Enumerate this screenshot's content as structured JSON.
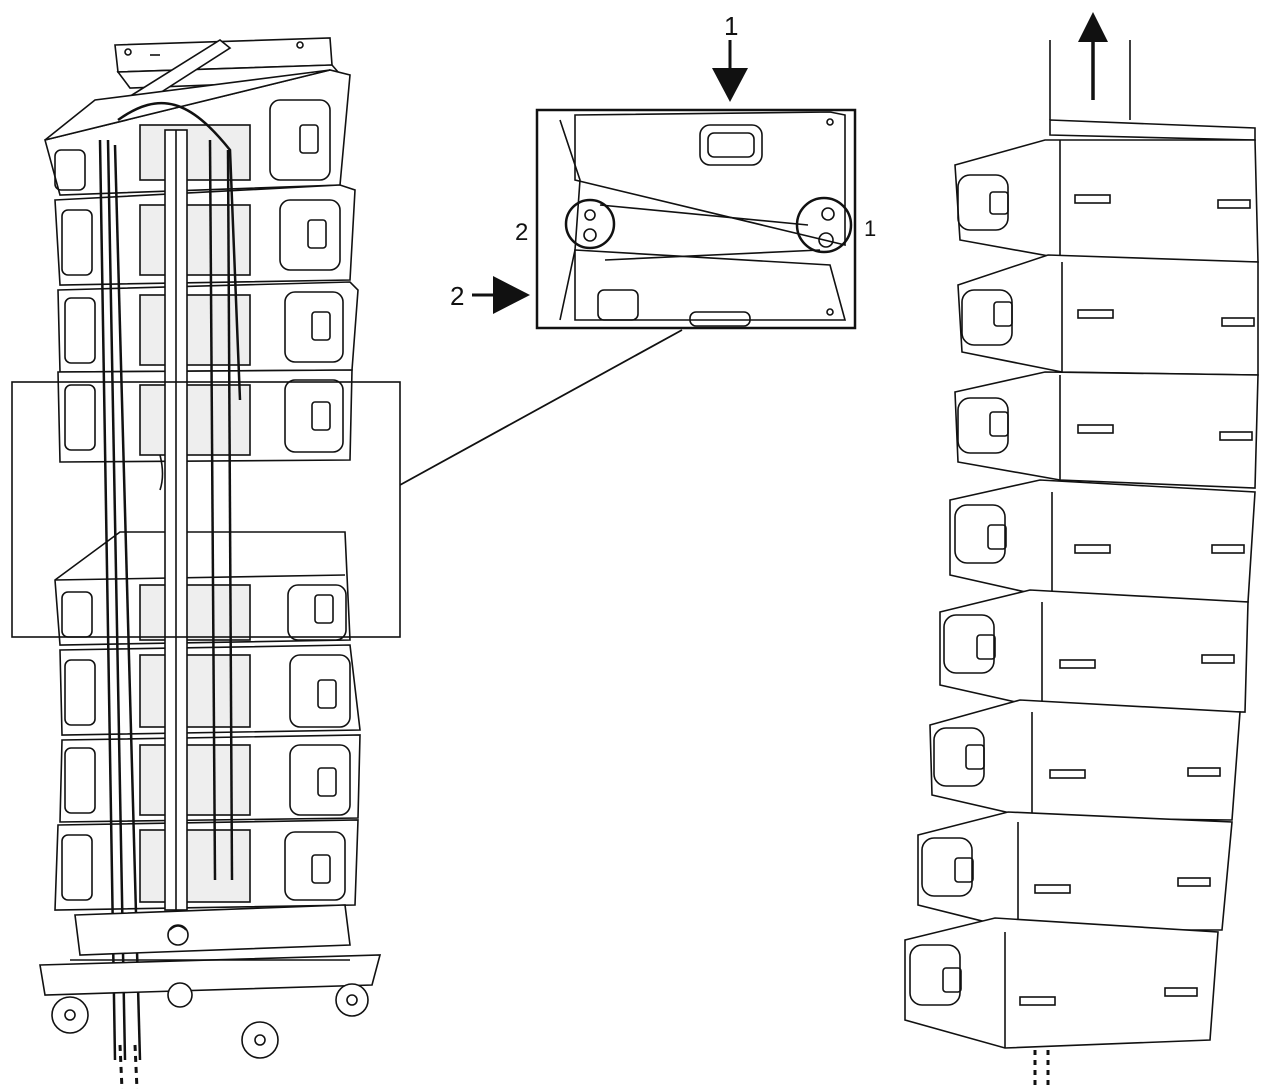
{
  "callouts": {
    "top_number": "1",
    "right_number": "1",
    "left_number": "2",
    "arrow_number": "2"
  },
  "colors": {
    "line": "#111111",
    "background": "#ffffff",
    "panel": "#f7f7f7"
  },
  "icons": {
    "arrow_down": "arrow-down-icon",
    "arrow_right": "arrow-right-icon",
    "arrow_up": "arrow-up-icon",
    "base_logo": "brand-logo-icon"
  }
}
